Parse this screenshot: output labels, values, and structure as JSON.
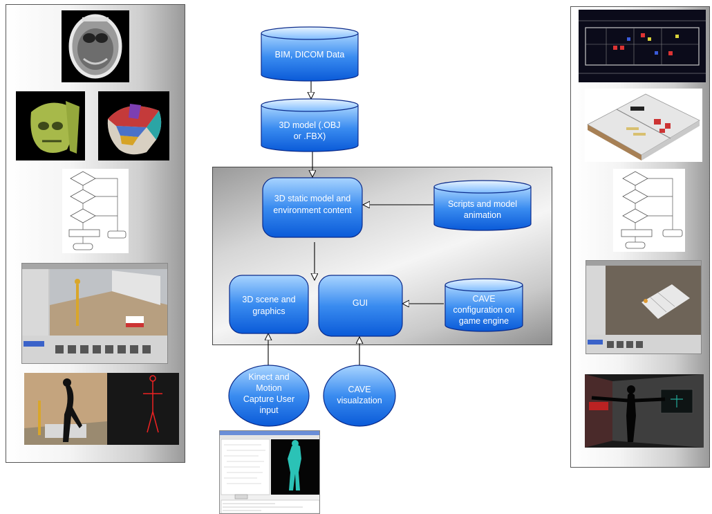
{
  "nodes": {
    "bim_dicom": "BIM, DICOM Data",
    "model_3d": [
      "3D model (.OBJ",
      "or .FBX)"
    ],
    "static_model": [
      "3D static model and",
      "environment content"
    ],
    "scripts": [
      "Scripts and model",
      "animation"
    ],
    "scene": [
      "3D scene and",
      "graphics"
    ],
    "gui": "GUI",
    "cave_config": [
      "CAVE",
      "configuration  on",
      "game engine"
    ],
    "kinect": [
      "Kinect and",
      "Motion",
      "Capture User",
      "input"
    ],
    "cave_vis": [
      "CAVE",
      "visualzation"
    ]
  },
  "colors": {
    "node_fill_top": "#9fd0ff",
    "node_fill_bottom": "#0b66e4",
    "node_stroke": "#0a2a8a",
    "arrow": "#000000"
  },
  "images": {
    "left_panel": [
      "ct-scan-slice",
      "skull-3d-model",
      "skull-segmented-model",
      "flowchart",
      "unity-editor-skeleton",
      "cave-user-skeleton"
    ],
    "right_panel": [
      "architectural-floor-plan",
      "3d-building-model",
      "flowchart",
      "unity-editor-building",
      "cave-user-silhouette"
    ],
    "bottom": "kinect-capture-window"
  }
}
